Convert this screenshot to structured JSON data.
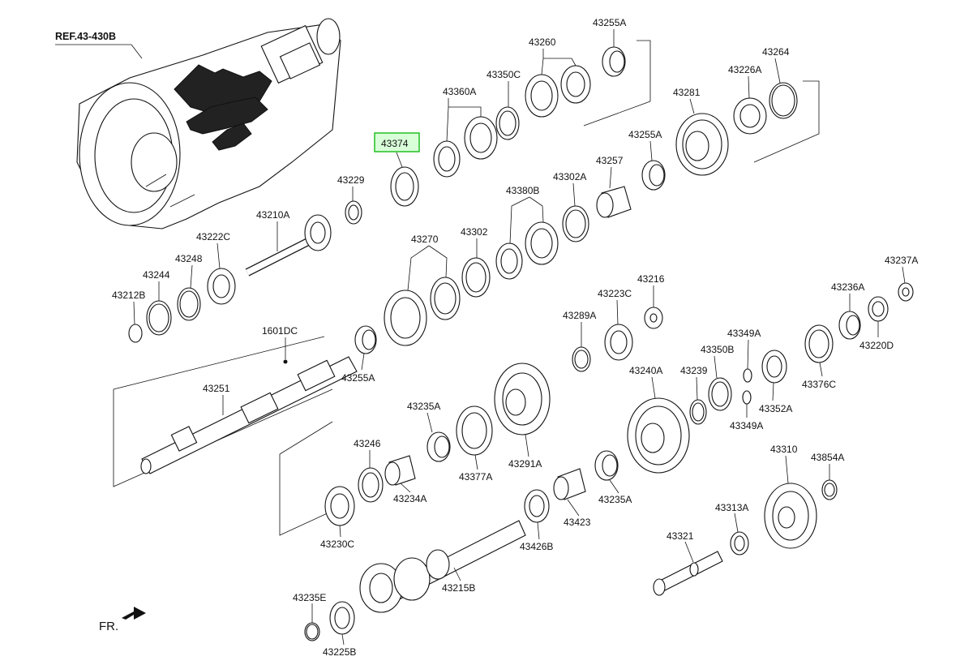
{
  "diagram": {
    "reference_label": "REF.43-430B",
    "direction_label": "FR.",
    "highlighted_part": "43374",
    "highlight_color": "#22c022",
    "parts": [
      {
        "id": "43255A_top",
        "label": "43255A"
      },
      {
        "id": "43260",
        "label": "43260"
      },
      {
        "id": "43350C",
        "label": "43350C"
      },
      {
        "id": "43360A",
        "label": "43360A"
      },
      {
        "id": "43264",
        "label": "43264"
      },
      {
        "id": "43226A",
        "label": "43226A"
      },
      {
        "id": "43281",
        "label": "43281"
      },
      {
        "id": "43374",
        "label": "43374"
      },
      {
        "id": "43255A_mid",
        "label": "43255A"
      },
      {
        "id": "43257",
        "label": "43257"
      },
      {
        "id": "43229",
        "label": "43229"
      },
      {
        "id": "43302A",
        "label": "43302A"
      },
      {
        "id": "43380B",
        "label": "43380B"
      },
      {
        "id": "43210A",
        "label": "43210A"
      },
      {
        "id": "43222C",
        "label": "43222C"
      },
      {
        "id": "43302",
        "label": "43302"
      },
      {
        "id": "43270",
        "label": "43270"
      },
      {
        "id": "43248",
        "label": "43248"
      },
      {
        "id": "43244",
        "label": "43244"
      },
      {
        "id": "43212B",
        "label": "43212B"
      },
      {
        "id": "43237A",
        "label": "43237A"
      },
      {
        "id": "43216",
        "label": "43216"
      },
      {
        "id": "43223C",
        "label": "43223C"
      },
      {
        "id": "43236A",
        "label": "43236A"
      },
      {
        "id": "1601DC",
        "label": "1601DC"
      },
      {
        "id": "43289A",
        "label": "43289A"
      },
      {
        "id": "43349A_top",
        "label": "43349A"
      },
      {
        "id": "43350B",
        "label": "43350B"
      },
      {
        "id": "43220D",
        "label": "43220D"
      },
      {
        "id": "43240A",
        "label": "43240A"
      },
      {
        "id": "43239",
        "label": "43239"
      },
      {
        "id": "43255A_low",
        "label": "43255A"
      },
      {
        "id": "43376C",
        "label": "43376C"
      },
      {
        "id": "43251",
        "label": "43251"
      },
      {
        "id": "43352A",
        "label": "43352A"
      },
      {
        "id": "43349A_bot",
        "label": "43349A"
      },
      {
        "id": "43235A_top",
        "label": "43235A"
      },
      {
        "id": "43291A",
        "label": "43291A"
      },
      {
        "id": "43246",
        "label": "43246"
      },
      {
        "id": "43377A",
        "label": "43377A"
      },
      {
        "id": "43234A",
        "label": "43234A"
      },
      {
        "id": "43310",
        "label": "43310"
      },
      {
        "id": "43854A",
        "label": "43854A"
      },
      {
        "id": "43235A_bot",
        "label": "43235A"
      },
      {
        "id": "43423",
        "label": "43423"
      },
      {
        "id": "43313A",
        "label": "43313A"
      },
      {
        "id": "43230C",
        "label": "43230C"
      },
      {
        "id": "43426B",
        "label": "43426B"
      },
      {
        "id": "43321",
        "label": "43321"
      },
      {
        "id": "43215B",
        "label": "43215B"
      },
      {
        "id": "43235E",
        "label": "43235E"
      },
      {
        "id": "43225B",
        "label": "43225B"
      }
    ]
  }
}
